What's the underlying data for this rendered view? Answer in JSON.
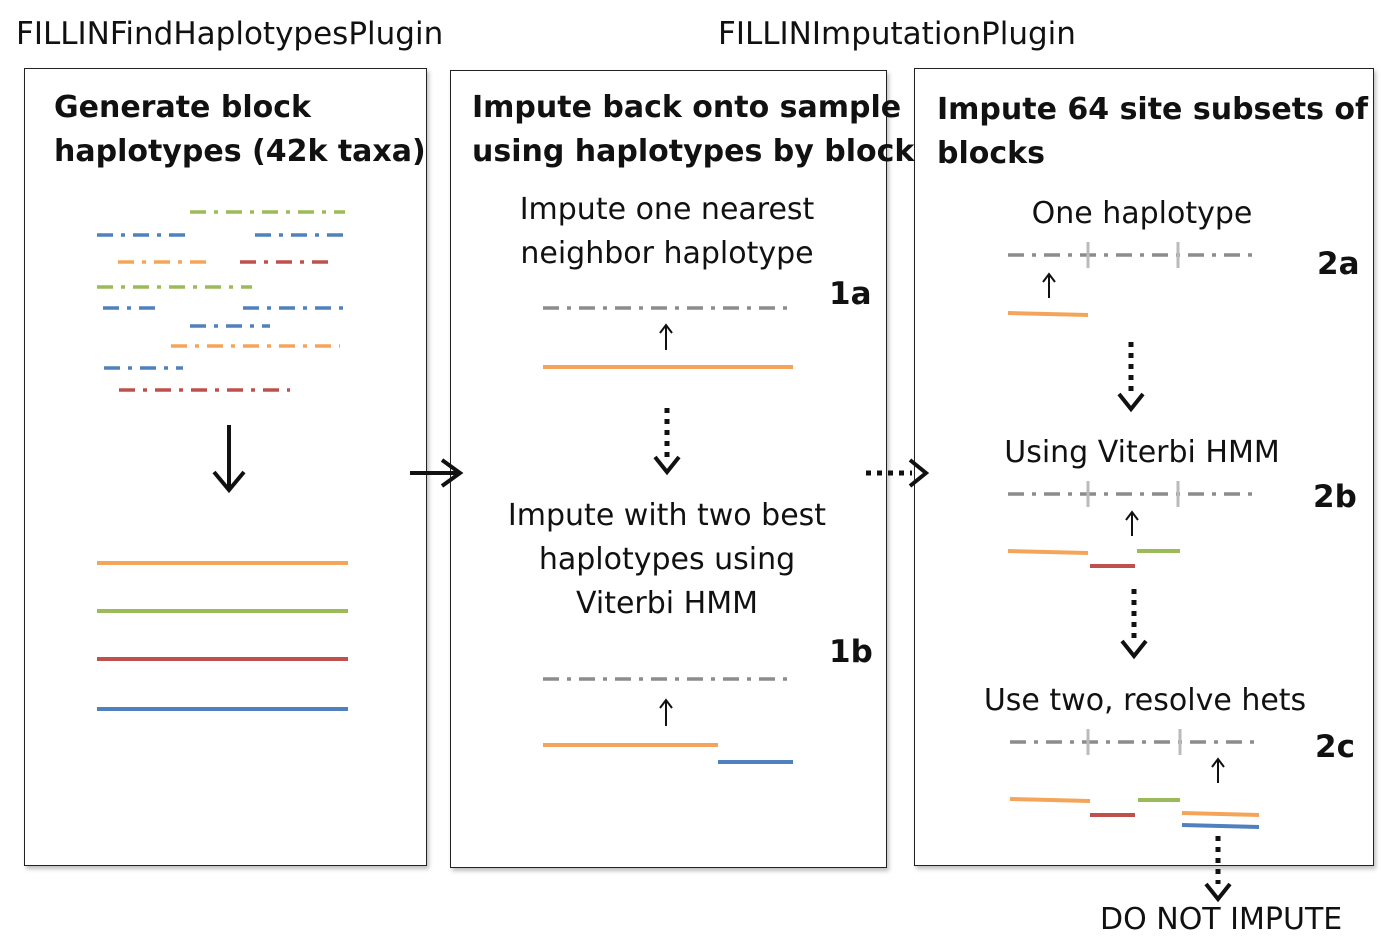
{
  "plugins": {
    "find_haplotypes": "FILLINFindHaplotypesPlugin",
    "imputation": "FILLINImputationPlugin"
  },
  "panel1": {
    "title_line1": "Generate block",
    "title_line2": "haplotypes (42k taxa)"
  },
  "panel2": {
    "title_line1": "Impute back onto sample",
    "title_line2": "using haplotypes by block",
    "step1a_line1": "Impute one nearest",
    "step1a_line2": "neighbor haplotype",
    "step1a_label": "1a",
    "step1b_line1": "Impute with two best",
    "step1b_line2": "haplotypes using",
    "step1b_line3": "Viterbi HMM",
    "step1b_label": "1b"
  },
  "panel3": {
    "title_line1": "Impute 64 site subsets of",
    "title_line2": "blocks",
    "step2a_text": "One haplotype",
    "step2a_label": "2a",
    "step2b_text": "Using Viterbi HMM",
    "step2b_label": "2b",
    "step2c_text": "Use two, resolve hets",
    "step2c_label": "2c"
  },
  "final_label": "DO NOT IMPUTE",
  "colors": {
    "orange": "#f5a55a",
    "green": "#9bbb59",
    "red": "#c0504d",
    "blue": "#4f81bd",
    "gray": "#8c8c8c",
    "black": "#111111"
  }
}
